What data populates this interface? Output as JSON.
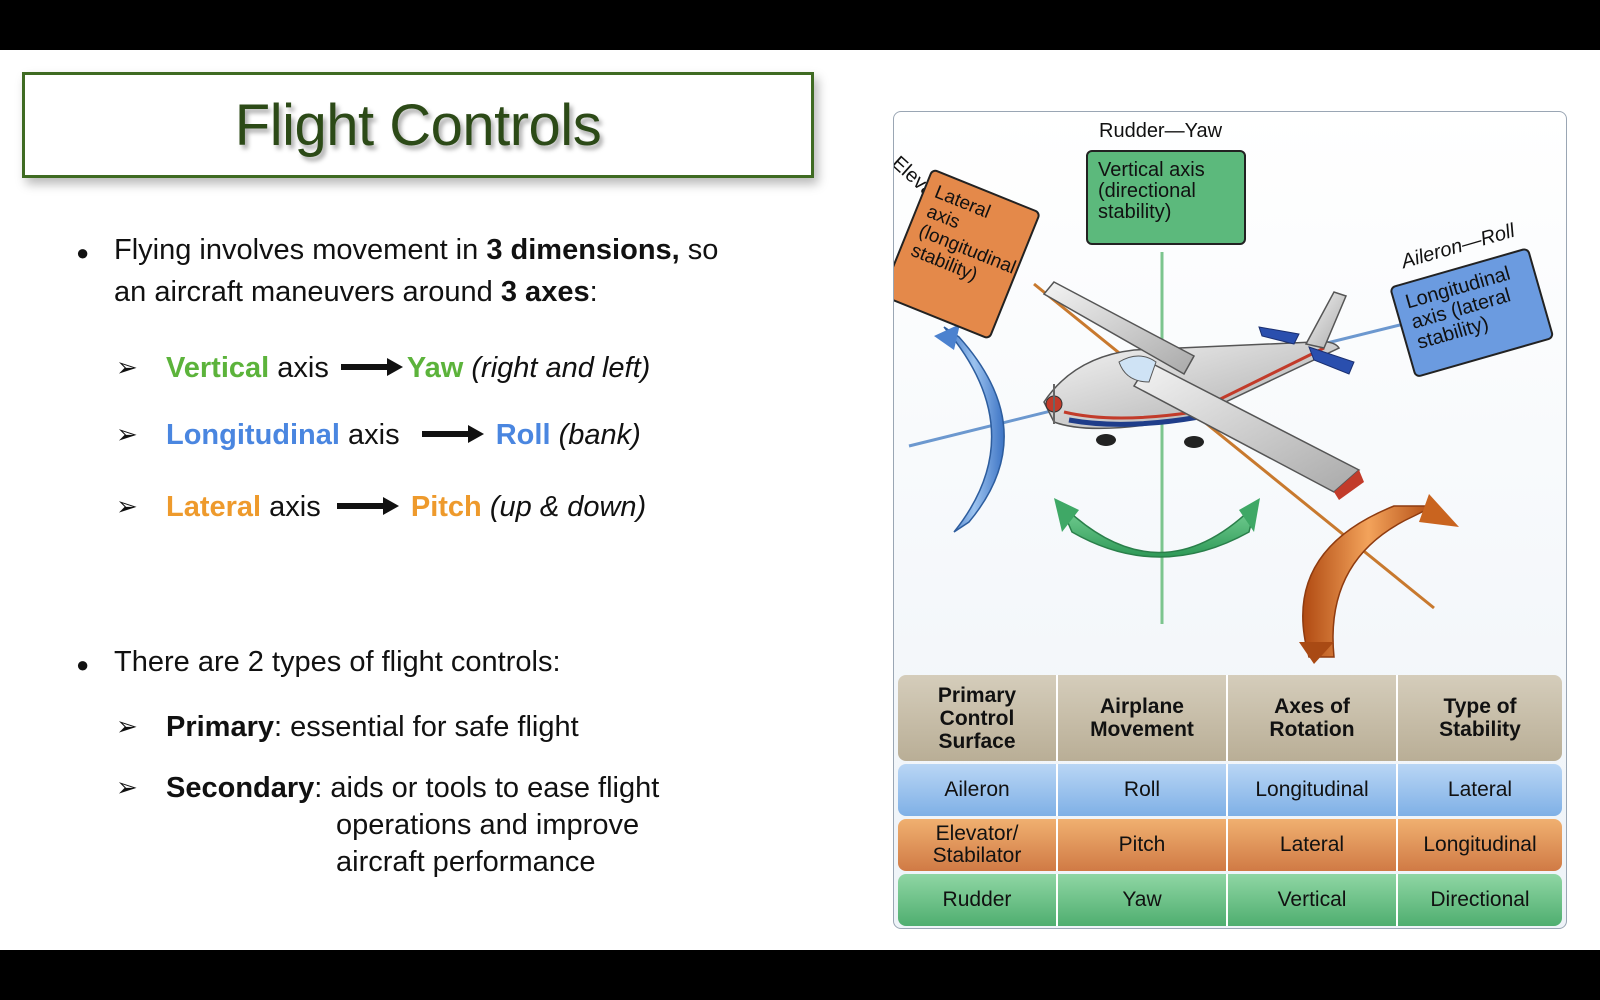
{
  "title": "Flight Controls",
  "bullet1": {
    "pre": "Flying involves movement in ",
    "bold1": "3 dimensions,",
    "mid": " so",
    "line2_pre": "an aircraft maneuvers around ",
    "bold2": "3 axes",
    "line2_post": ":"
  },
  "axes_list": [
    {
      "axis": "Vertical",
      "word": "axis",
      "motion": "Yaw",
      "detail": "(right and left)"
    },
    {
      "axis": "Longitudinal",
      "word": "axis",
      "motion": "Roll",
      "detail": "(bank)"
    },
    {
      "axis": "Lateral",
      "word": "axis",
      "motion": "Pitch",
      "detail": "(up & down)"
    }
  ],
  "bullet2": "There are 2 types of flight controls:",
  "controls": [
    {
      "name": "Primary",
      "desc": ": essential for safe flight"
    },
    {
      "name": "Secondary",
      "desc": ": aids or tools to ease flight",
      "desc2": "operations and improve",
      "desc3": "aircraft performance"
    }
  ],
  "figure": {
    "rudder_label": "Rudder—Yaw",
    "elevator_label": "Elevator—Pitch",
    "aileron_label": "Aileron—Roll",
    "vertical_box": [
      "Vertical axis",
      "(directional",
      "stability)"
    ],
    "lateral_box": [
      "Lateral axis",
      "(longitudinal",
      "stability)"
    ],
    "longitudinal_box": [
      "Longitudinal",
      "axis (lateral",
      "stability)"
    ]
  },
  "table": {
    "headers": [
      [
        "Primary",
        "Control",
        "Surface"
      ],
      [
        "Airplane",
        "Movement"
      ],
      [
        "Axes of",
        "Rotation"
      ],
      [
        "Type of",
        "Stability"
      ]
    ],
    "rows": [
      [
        "Aileron",
        "Roll",
        "Longitudinal",
        "Lateral"
      ],
      [
        "Elevator/ Stabilator",
        "Pitch",
        "Lateral",
        "Longitudinal"
      ],
      [
        "Rudder",
        "Yaw",
        "Vertical",
        "Directional"
      ]
    ]
  },
  "colors": {
    "vertical": "#5cb33b",
    "longitudinal": "#4a86e0",
    "lateral": "#ee9a2c",
    "title": "#2c4a17",
    "title_border": "#3f6b22"
  },
  "icons": [
    "bullet-dot-icon",
    "arrowhead-icon",
    "right-arrow-icon",
    "airplane-illustration",
    "rotation-arrow-icon"
  ]
}
